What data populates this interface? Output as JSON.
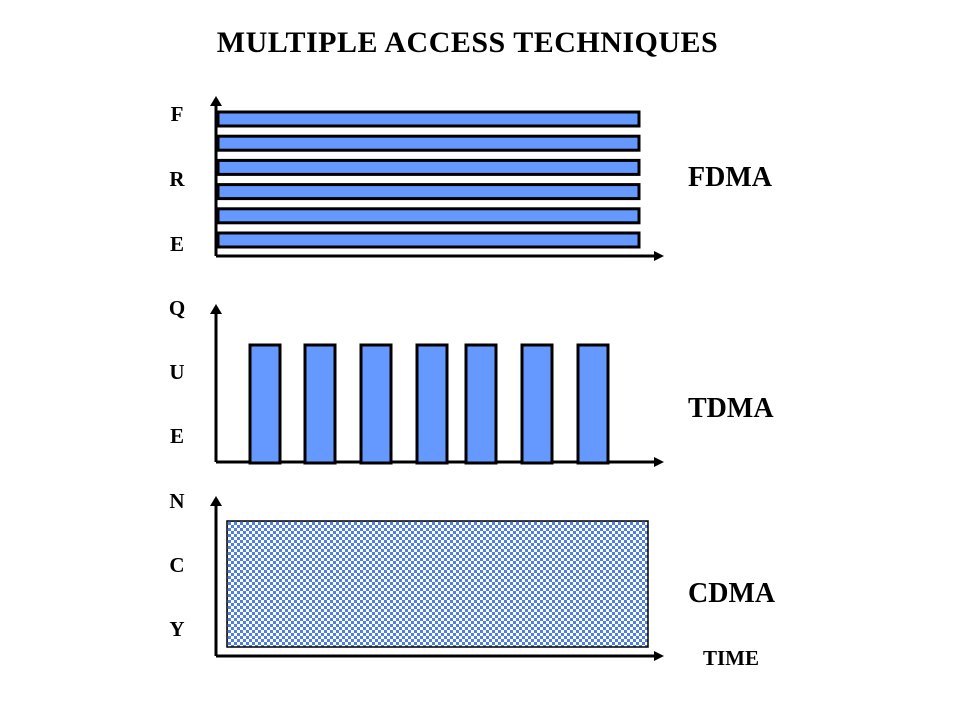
{
  "title": "MULTIPLE  ACCESS  TECHNIQUES",
  "y_axis_letters": [
    "F",
    "R",
    "E",
    "Q",
    "U",
    "E",
    "N",
    "C",
    "Y"
  ],
  "schemes": {
    "fdma": {
      "label": "FDMA",
      "channel_count": 6
    },
    "tdma": {
      "label": "TDMA",
      "slot_count": 7
    },
    "cdma": {
      "label": "CDMA"
    }
  },
  "x_axis_label": "TIME",
  "colors": {
    "channel_fill": "#6699ff",
    "outline": "#000000",
    "cdma_check": "#4d7fe6",
    "cdma_check_light": "#ffffff"
  }
}
